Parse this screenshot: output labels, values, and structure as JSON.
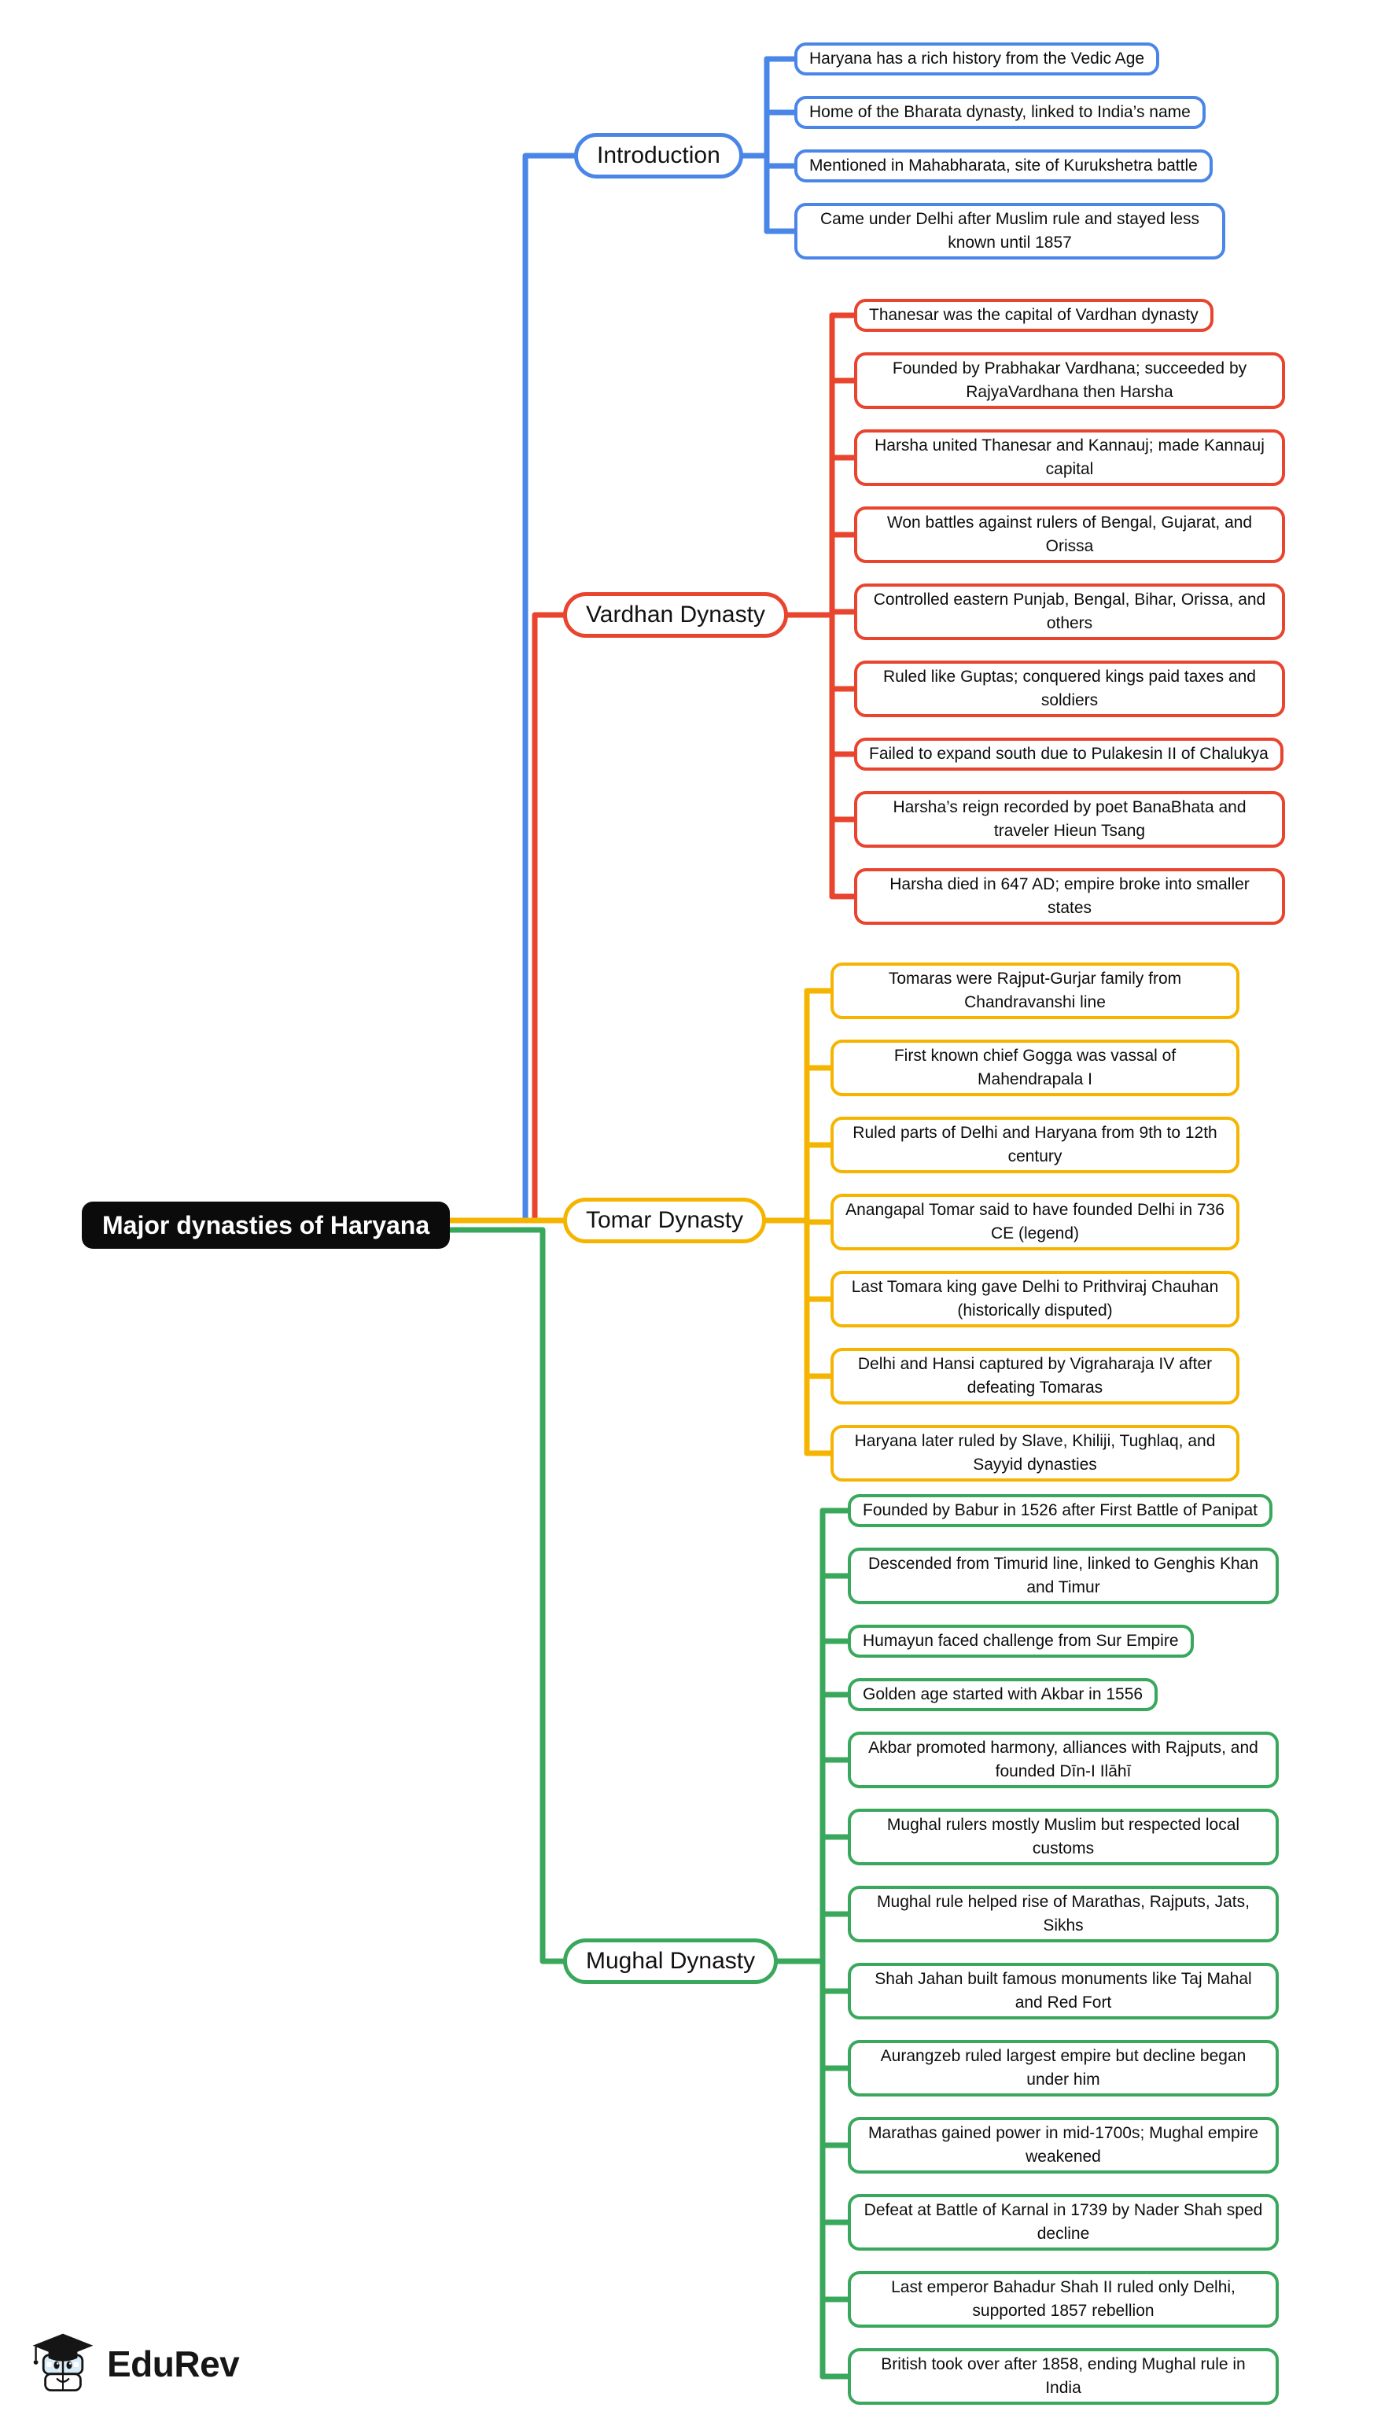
{
  "root": {
    "label": "Major dynasties of Haryana",
    "bg_color": "#0b0b0b",
    "text_color": "#ffffff"
  },
  "branches": [
    {
      "label": "Introduction",
      "color": "#4a86e8",
      "leaves": [
        "Haryana has a rich history from the Vedic Age",
        "Home of the Bharata dynasty, linked to India’s name",
        "Mentioned in Mahabharata, site of Kurukshetra battle",
        "Came under Delhi after Muslim rule and stayed less known until 1857"
      ]
    },
    {
      "label": "Vardhan Dynasty",
      "color": "#e8442e",
      "leaves": [
        "Thanesar was the capital of Vardhan dynasty",
        "Founded by Prabhakar Vardhana; succeeded by RajyaVardhana then Harsha",
        "Harsha united Thanesar and Kannauj; made Kannauj capital",
        "Won battles against rulers of Bengal, Gujarat, and Orissa",
        "Controlled eastern Punjab, Bengal, Bihar, Orissa, and others",
        "Ruled like Guptas; conquered kings paid taxes and soldiers",
        "Failed to expand south due to Pulakesin II of Chalukya",
        "Harsha’s reign recorded by poet BanaBhata and traveler Hieun Tsang",
        "Harsha died in 647 AD; empire broke into smaller states"
      ]
    },
    {
      "label": "Tomar Dynasty",
      "color": "#f5b400",
      "leaves": [
        "Tomaras were Rajput-Gurjar family from Chandravanshi line",
        "First known chief Gogga was vassal of Mahendrapala I",
        "Ruled parts of Delhi and Haryana from 9th to 12th century",
        "Anangapal Tomar said to have founded Delhi in 736 CE (legend)",
        "Last Tomara king gave Delhi to Prithviraj Chauhan (historically disputed)",
        "Delhi and Hansi captured by Vigraharaja IV after defeating Tomaras",
        "Haryana later ruled by Slave, Khiliji, Tughlaq, and Sayyid dynasties"
      ]
    },
    {
      "label": "Mughal Dynasty",
      "color": "#3aa85c",
      "leaves": [
        "Founded by Babur in 1526 after First Battle of Panipat",
        "Descended from Timurid line, linked to Genghis Khan and Timur",
        "Humayun faced challenge from Sur Empire",
        "Golden age started with Akbar in 1556",
        "Akbar promoted harmony, alliances with Rajputs, and founded Dīn-I Ilāhī",
        "Mughal rulers mostly Muslim but respected local customs",
        "Mughal rule helped rise of Marathas, Rajputs, Jats, Sikhs",
        "Shah Jahan built famous monuments like Taj Mahal and Red Fort",
        "Aurangzeb ruled largest empire but decline began under him",
        "Marathas gained power in mid-1700s; Mughal empire weakened",
        "Defeat at Battle of Karnal in 1739 by Nader Shah sped decline",
        "Last emperor Bahadur Shah II ruled only Delhi, supported 1857 rebellion",
        "British took over after 1858, ending Mughal rule in India"
      ]
    }
  ],
  "logo": {
    "text": "EduRev",
    "icon": "graduation-cap-mascot-icon"
  }
}
